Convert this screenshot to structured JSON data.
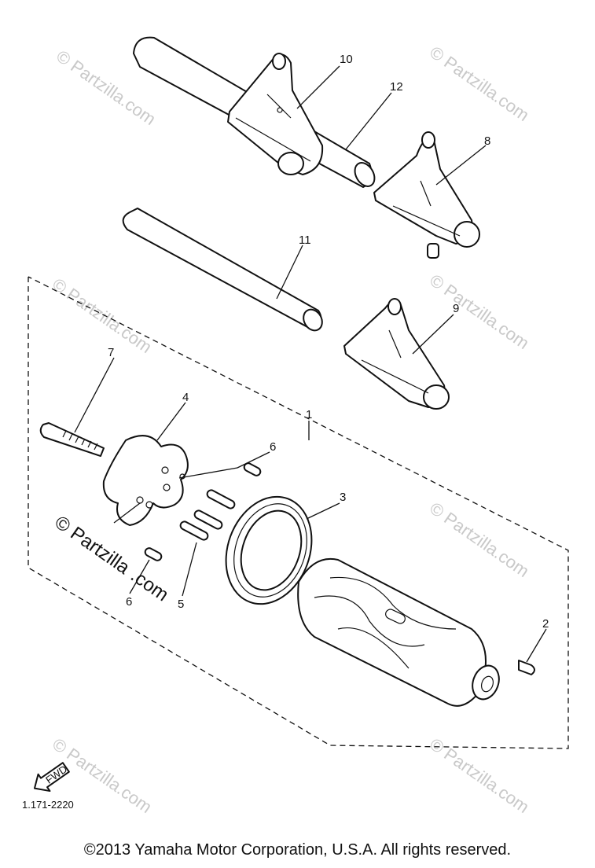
{
  "diagram": {
    "callouts": [
      "10",
      "12",
      "8",
      "11",
      "9",
      "7",
      "4",
      "1",
      "6",
      "3",
      "5",
      "6",
      "2"
    ],
    "fwd_label": "FWD",
    "part_code": "1.171-2220"
  },
  "watermark": {
    "faint_text": "© Partzilla.com",
    "main_line1": "© Partzilla",
    "main_line2": ".com"
  },
  "footer": {
    "copyright": "©2013  Yamaha Motor Corporation, U.S.A. All rights reserved."
  },
  "colors": {
    "ink": "#111111",
    "watermark": "#c9c9c9",
    "background": "#ffffff"
  }
}
